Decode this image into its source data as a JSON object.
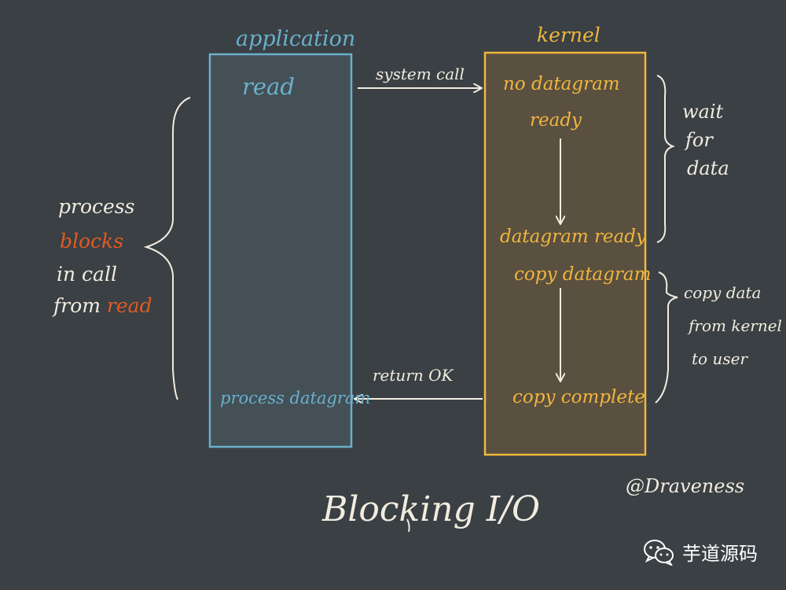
{
  "application": {
    "title": "application",
    "read": "read",
    "process_datagram": "process datagram"
  },
  "kernel": {
    "title": "kernel",
    "no_datagram": "no datagram",
    "ready": "ready",
    "datagram_ready": "datagram ready",
    "copy_datagram": "copy datagram",
    "copy_complete": "copy complete"
  },
  "arrows": {
    "system_call": "system call",
    "return_ok": "return OK"
  },
  "wait_note": {
    "line1": "wait",
    "line2": "for",
    "line3": "data"
  },
  "copy_note": {
    "line1": "copy data",
    "line2": "from kernel",
    "line3": "to user"
  },
  "process_note": {
    "line1": "process",
    "line2": "blocks",
    "line3": "in call",
    "line4_prefix": "from ",
    "line4_highlight": "read"
  },
  "credit": "@Draveness",
  "title": "Blocking I/O",
  "watermark": {
    "icon": "wechat-icon",
    "label": "芋道源码"
  },
  "colors": {
    "background": "#3a4044",
    "application": "#6ab0cc",
    "kernel": "#f0b63c",
    "annotation": "#f2ece0",
    "highlight": "#e25a22"
  }
}
